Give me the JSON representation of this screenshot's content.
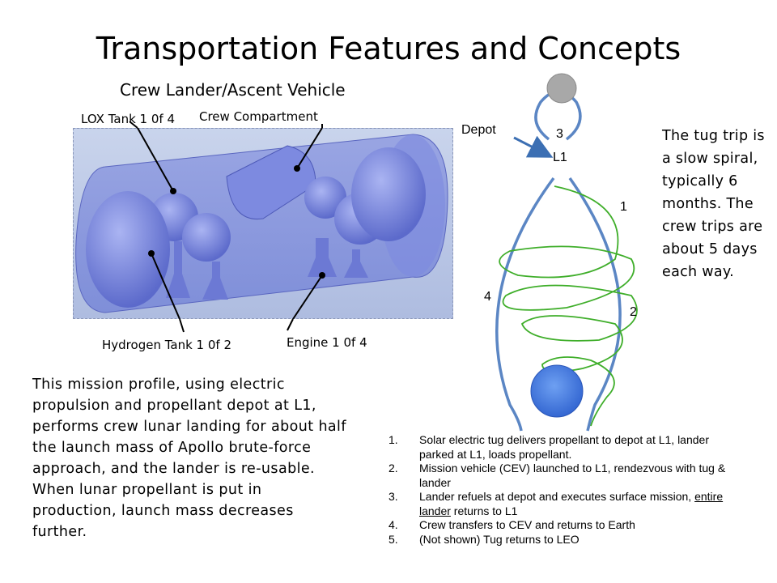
{
  "title": "Transportation Features and Concepts",
  "lander": {
    "subtitle": "Crew Lander/Ascent Vehicle",
    "labels": {
      "lox_tank": "LOX Tank 1 0f 4",
      "crew_compartment": "Crew Compartment",
      "hydrogen_tank": "Hydrogen Tank 1 0f 2",
      "engine": "Engine 1 0f 4"
    }
  },
  "orbit": {
    "depot": "Depot",
    "l1": "L1",
    "step_numbers": [
      "1",
      "2",
      "3",
      "4"
    ]
  },
  "description": "This mission profile, using electric propulsion and propellant depot at L1, performs crew lunar landing for about half the launch mass of Apollo brute-force approach, and the lander is re-usable.  When lunar propellant is put in production, launch mass decreases further.",
  "tug_note": "The tug trip is a slow spiral, typically 6 months. The crew trips are about 5 days each way.",
  "steps": [
    {
      "num": "1.",
      "text": "Solar electric tug delivers propellant to depot at L1, lander parked at L1, loads propellant."
    },
    {
      "num": "2.",
      "text": "Mission vehicle (CEV) launched to L1, rendezvous with tug & lander"
    },
    {
      "num": "3.",
      "pre": "Lander refuels at depot and executes surface mission, ",
      "underline": "entire lander",
      "post": " returns to L1"
    },
    {
      "num": "4.",
      "text": "Crew transfers to CEV and returns to Earth"
    },
    {
      "num": "5.",
      "text": "(Not shown) Tug returns to LEO"
    }
  ],
  "colors": {
    "vehicle_blue": "#6f7fd6",
    "trajectory_blue": "#5b86c4",
    "spiral_green": "#3fae2a",
    "moon_gray": "#a8a8a8",
    "earth_blue": "#4a7fe0"
  }
}
